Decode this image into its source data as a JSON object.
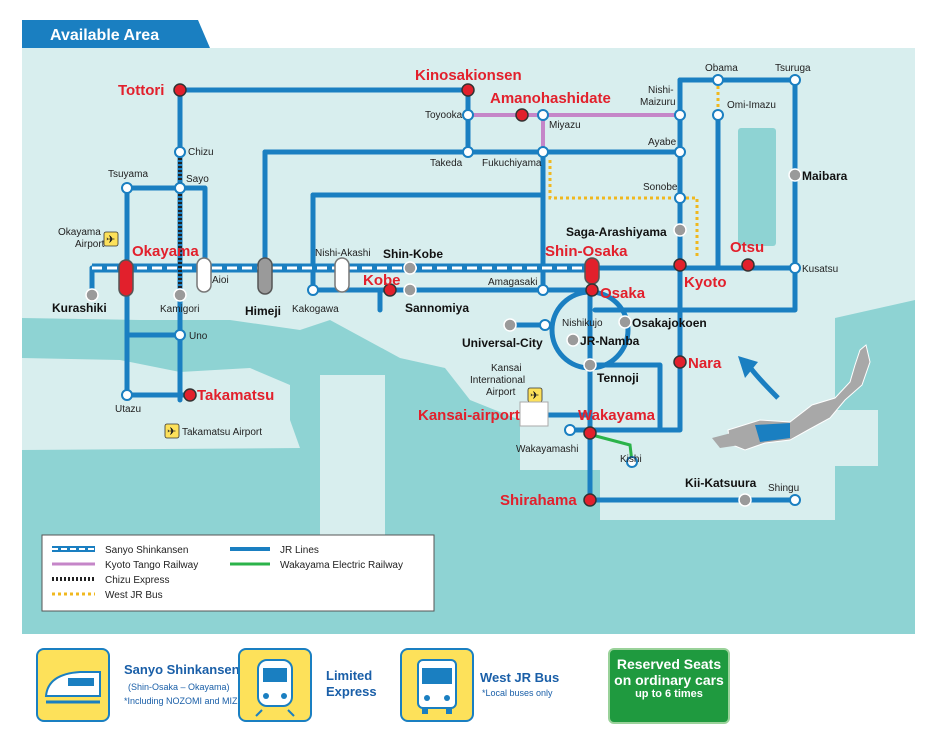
{
  "header": {
    "title": "Available Area"
  },
  "stations_red": {
    "tottori": "Tottori",
    "kinosakionsen": "Kinosakionsen",
    "amanohashidate": "Amanohashidate",
    "okayama": "Okayama",
    "kobe": "Kobe",
    "shin_osaka": "Shin-Osaka",
    "osaka": "Osaka",
    "kyoto": "Kyoto",
    "otsu": "Otsu",
    "nara": "Nara",
    "takamatsu": "Takamatsu",
    "kansai_airport": "Kansai-airport",
    "wakayama": "Wakayama",
    "shirahama": "Shirahama"
  },
  "stations_bold": {
    "shin_kobe": "Shin-Kobe",
    "himeji": "Himeji",
    "kurashiki": "Kurashiki",
    "sannomiya": "Sannomiya",
    "universal_city": "Universal-City",
    "jr_namba": "JR-Namba",
    "osakajokoen": "Osakajokoen",
    "tennoji": "Tennoji",
    "saga_arashiyama": "Saga-Arashiyama",
    "maibara": "Maibara",
    "kii_katsuura": "Kii-Katsuura"
  },
  "stations_small": {
    "chizu": "Chizu",
    "sayo": "Sayo",
    "tsuyama": "Tsuyama",
    "toyooka": "Toyooka",
    "miyazu": "Miyazu",
    "takeda": "Takeda",
    "fukuchiyama": "Fukuchiyama",
    "nishi_maizuru_1": "Nishi-",
    "nishi_maizuru_2": "Maizuru",
    "obama": "Obama",
    "tsuruga": "Tsuruga",
    "omi_imazu": "Omi-Imazu",
    "ayabe": "Ayabe",
    "sonobe": "Sonobe",
    "kusatsu": "Kusatsu",
    "nishi_akashi": "Nishi-Akashi",
    "aioi": "Aioi",
    "kamigori": "Kamigori",
    "kakogawa": "Kakogawa",
    "amagasaki": "Amagasaki",
    "nishikujo": "Nishikujo",
    "uno": "Uno",
    "utazu": "Utazu",
    "kansai_intl_1": "Kansai",
    "kansai_intl_2": "International",
    "kansai_intl_3": "Airport",
    "wakayamashi": "Wakayamashi",
    "kishi": "Kishi",
    "shingu": "Shingu",
    "okayama_airport_1": "Okayama",
    "okayama_airport_2": "Airport",
    "takamatsu_airport": "Takamatsu Airport"
  },
  "legend": {
    "shinkansen": "Sanyo Shinkansen",
    "tango": "Kyoto Tango Railway",
    "chizu": "Chizu Express",
    "bus": "West JR Bus",
    "jr": "JR Lines",
    "waka": "Wakayama Electric Railway"
  },
  "passes": {
    "shinkansen_title": "Sanyo Shinkansen",
    "shinkansen_sub1": "(Shin-Osaka – Okayama)",
    "shinkansen_sub2": "*Including NOZOMI and MIZUHO",
    "limited_1": "Limited",
    "limited_2": "Express",
    "bus_title": "West JR Bus",
    "bus_sub": "*Local buses only",
    "reserved_1": "Reserved Seats",
    "reserved_2": "on ordinary cars",
    "reserved_3": "up to 6 times"
  },
  "colors": {
    "jr": "#1a7fc1",
    "station_red": "#e2202c",
    "sea": "#8ed3d3",
    "tango": "#c586c8",
    "wakayama": "#2bb34a",
    "bus": "#f0b81f",
    "badge_green": "#1f9a3f",
    "badge_yellow": "#fde15a"
  },
  "icons": [
    "airport-icon",
    "shinkansen-train-icon",
    "limited-express-train-icon",
    "bus-icon",
    "japan-locator-icon"
  ]
}
